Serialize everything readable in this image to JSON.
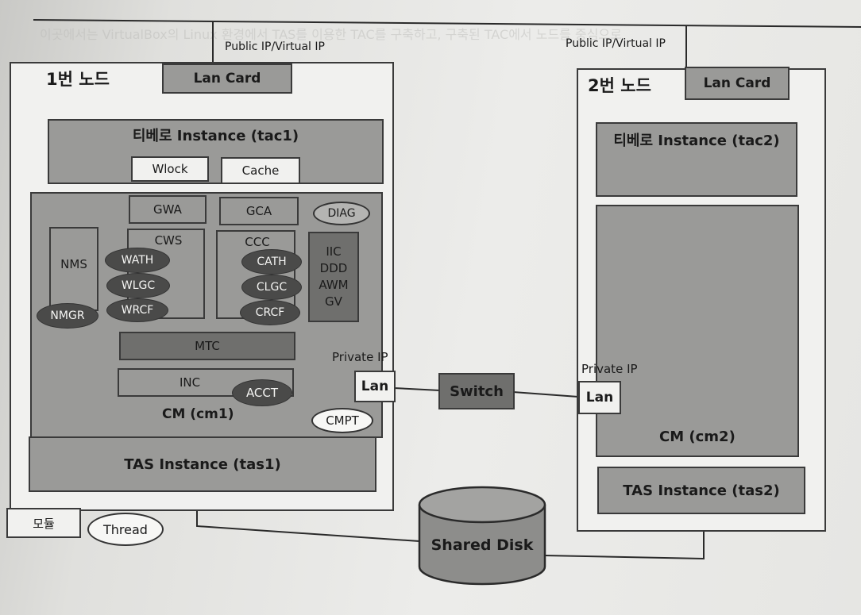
{
  "header_text": "이곳에서는 VirtualBox의 Linux 환경에서 TAS를 이용한 TAC를 구축하고, 구축된 TAC에서 노드를 중심으로",
  "public_ip_left": "Public IP/Virtual IP",
  "public_ip_right": "Public IP/Virtual IP",
  "node1": {
    "title": "1번 노드",
    "lan_card": "Lan Card",
    "instance": "티베로 Instance (tac1)",
    "wlock": "Wlock",
    "cache": "Cache",
    "gwa": "GWA",
    "gca": "GCA",
    "diag": "DIAG",
    "nms": "NMS",
    "nmgr": "NMGR",
    "cws": "CWS",
    "wath": "WATH",
    "wlgc": "WLGC",
    "wrcf": "WRCF",
    "ccc": "CCC",
    "cath": "CATH",
    "clgc": "CLGC",
    "crcf": "CRCF",
    "iic_lines": [
      "IIC",
      "DDD",
      "AWM",
      "GV"
    ],
    "mtc": "MTC",
    "inc": "INC",
    "acct": "ACCT",
    "cmpt": "CMPT",
    "cm": "CM (cm1)",
    "private_ip": "Private IP",
    "lan": "Lan",
    "tas": "TAS Instance (tas1)"
  },
  "switch": "Switch",
  "node2": {
    "title": "2번 노드",
    "lan_card": "Lan Card",
    "instance": "티베로 Instance (tac2)",
    "private_ip": "Private IP",
    "lan": "Lan",
    "cm": "CM (cm2)",
    "tas": "TAS Instance (tas2)"
  },
  "shared_disk": "Shared Disk",
  "legend": {
    "module": "모듈",
    "thread": "Thread"
  },
  "colors": {
    "light_fill": "#f1f1ef",
    "mid_fill": "#9a9a98",
    "dark_fill": "#6f6f6d",
    "thread_fill": "#4a4a49"
  }
}
